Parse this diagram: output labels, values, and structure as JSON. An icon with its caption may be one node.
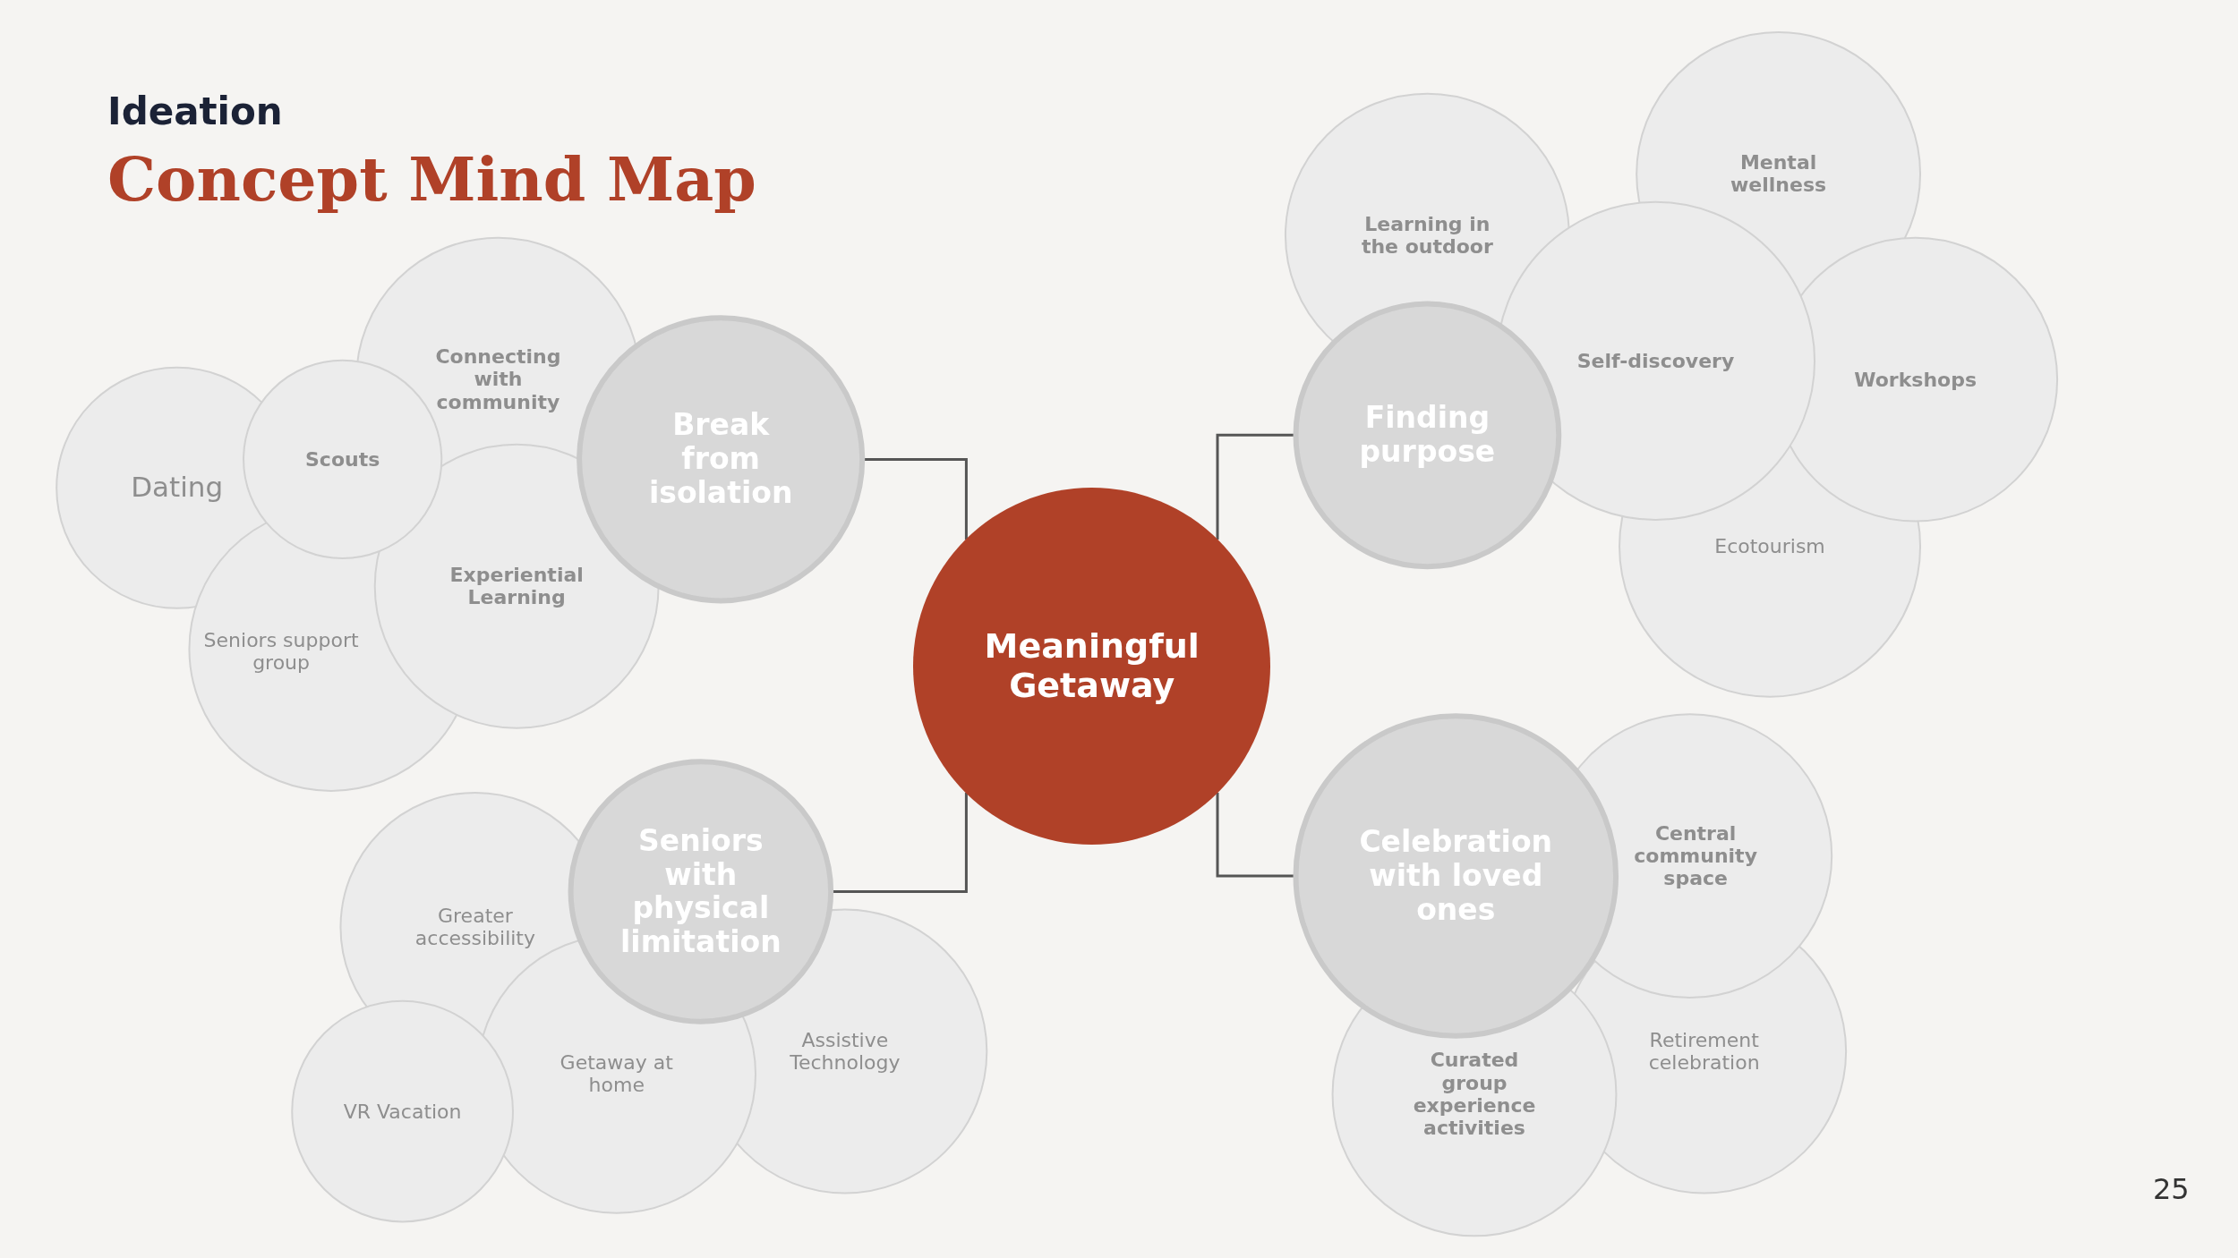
{
  "diagram": {
    "title": "Concept Mind Map",
    "nodes": [
      {
        "text": [
          "Meaningful Getaway"
        ]
      },
      {
        "text": [
          "Break from isolation"
        ]
      },
      {
        "text": [
          "Connecting with community"
        ]
      },
      {
        "text": [
          "Dating"
        ]
      },
      {
        "text": [
          "Scouts"
        ]
      },
      {
        "text": [
          "Experiential Learning"
        ]
      },
      {
        "text": [
          "Seniors support group"
        ]
      },
      {
        "text": [
          "Seniors with physical limitation"
        ]
      },
      {
        "text": [
          "Greater accessibility"
        ]
      },
      {
        "text": [
          "Getaway at home"
        ]
      },
      {
        "text": [
          "VR Vacation"
        ]
      },
      {
        "text": [
          "Assistive Technology"
        ]
      },
      {
        "text": [
          "Finding purpose"
        ]
      },
      {
        "text": [
          "Learning in the outdoor"
        ]
      },
      {
        "text": [
          "Mental wellness"
        ]
      },
      {
        "text": [
          "Self-discovery"
        ]
      },
      {
        "text": [
          "Workshops"
        ]
      },
      {
        "text": [
          "Ecotourism"
        ]
      },
      {
        "text": [
          "Celebration with loved ones"
        ]
      },
      {
        "text": [
          "Central community space"
        ]
      },
      {
        "text": [
          "Retirement celebration"
        ]
      },
      {
        "text": [
          "Curated group experience activities"
        ]
      }
    ],
    "edges": [
      {
        "from": 0,
        "to": 1,
        "arrow": "none"
      },
      {
        "from": 0,
        "to": 7,
        "arrow": "none"
      },
      {
        "from": 0,
        "to": 12,
        "arrow": "none"
      },
      {
        "from": 0,
        "to": 18,
        "arrow": "none"
      }
    ],
    "labels": [
      "Ideation",
      "25"
    ]
  }
}
